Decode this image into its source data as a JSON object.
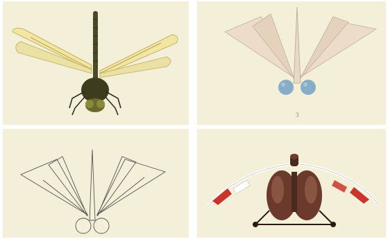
{
  "plates": [
    {
      "subject": "dragonfly-illustration",
      "style": "painted-yellow-wings"
    },
    {
      "subject": "dragonfly-inspired-aircraft-model",
      "style": "paper-wings-blue-eyes"
    },
    {
      "subject": "dragonfly-wing-line-drawing",
      "style": "outline"
    },
    {
      "subject": "helicopter-insect-hybrid",
      "style": "painted-brown-body-red-white-wings"
    }
  ],
  "plate_labels": {
    "top_right_caption": "3"
  },
  "colors": {
    "paper": "#f3efd9",
    "wing_yellow": "#f1e6a4",
    "wing_vein": "#b8a45a",
    "body_dark": "#3d3c1d",
    "model_wing": "#eddcc9",
    "model_eye": "#88adc9",
    "line_drawing": "#555555",
    "heli_body": "#6b3a2c",
    "heli_red": "#c9352c"
  }
}
